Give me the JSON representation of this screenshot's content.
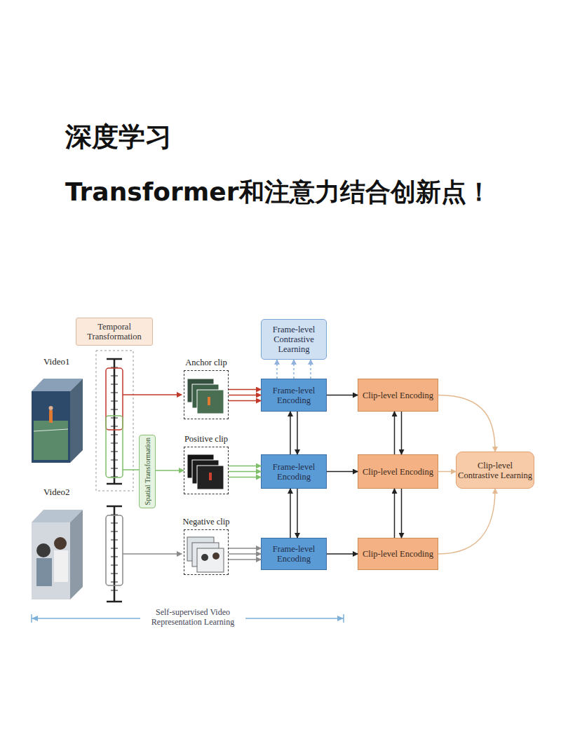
{
  "diagram": {
    "title": "深度学习",
    "nodes": [
      {
        "text": [
          "Temporal Transformation"
        ]
      },
      {
        "text": [
          "Frame-level Contrastive Learning"
        ]
      },
      {
        "text": [
          "Anchor clip"
        ]
      },
      {
        "text": [
          "Frame-level Encoding"
        ]
      },
      {
        "text": [
          "Clip-level Encoding"
        ]
      },
      {
        "text": [
          "Spatial Transformation"
        ]
      },
      {
        "text": [
          "Positive clip"
        ]
      },
      {
        "text": [
          "Frame-level Encoding"
        ]
      },
      {
        "text": [
          "Clip-level Encoding"
        ]
      },
      {
        "text": [
          "Clip-level Contrastive Learning"
        ]
      },
      {
        "text": [
          "Negative clip"
        ]
      },
      {
        "text": [
          "Frame-level Encoding"
        ]
      },
      {
        "text": [
          "Clip-level Encoding"
        ]
      }
    ],
    "edges": [
      {
        "from": 2,
        "to": 3,
        "arrow": "to"
      },
      {
        "from": 3,
        "to": 1,
        "arrow": "to"
      },
      {
        "from": 3,
        "to": 4,
        "arrow": "to"
      },
      {
        "from": 5,
        "to": 6,
        "arrow": "to"
      },
      {
        "from": 6,
        "to": 7,
        "arrow": "to"
      },
      {
        "from": 7,
        "to": 8,
        "arrow": "to"
      },
      {
        "from": 10,
        "to": 11,
        "arrow": "to"
      },
      {
        "from": 11,
        "to": 12,
        "arrow": "to"
      },
      {
        "from": 3,
        "to": 7,
        "arrow": "both"
      },
      {
        "from": 7,
        "to": 11,
        "arrow": "both"
      },
      {
        "from": 4,
        "to": 8,
        "arrow": "both"
      },
      {
        "from": 8,
        "to": 12,
        "arrow": "both"
      },
      {
        "from": 4,
        "to": 9,
        "arrow": "to"
      },
      {
        "from": 8,
        "to": 9,
        "arrow": "to"
      },
      {
        "from": 12,
        "to": 9,
        "arrow": "to"
      }
    ],
    "labels": [
      "Transformer和注意力结合创新点！",
      "Video1",
      "Video2",
      "Self-supervised Video Representation Learning"
    ]
  }
}
